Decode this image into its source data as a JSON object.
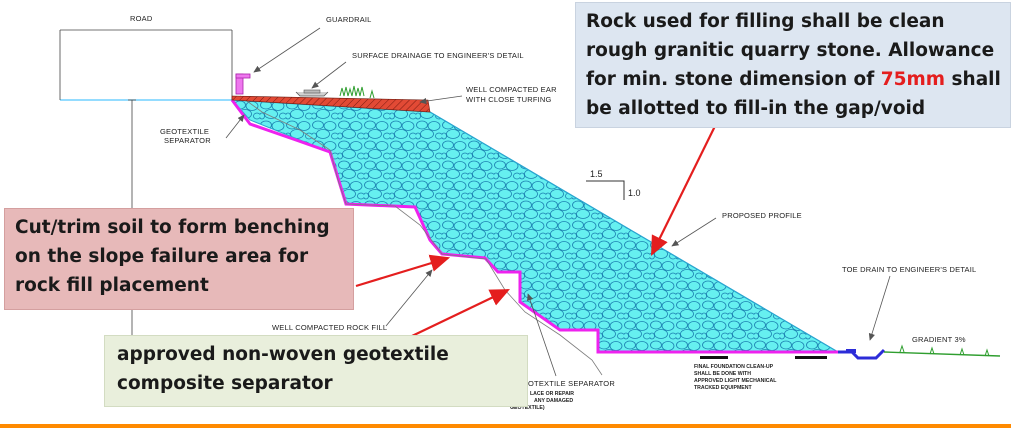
{
  "labels": {
    "road": "ROAD",
    "guardrail": "GUARDRAIL",
    "surface_drainage": "SURFACE DRAINAGE TO ENGINEER'S DETAIL",
    "well_compacted_1": "WELL COMPACTED EAR",
    "well_compacted_2": "WITH CLOSE TURFING",
    "geotextile_1": "GEOTEXTILE",
    "geotextile_2": "SEPARATOR",
    "proposed_profile": "PROPOSED PROFILE",
    "toe_drain": "TOE DRAIN TO ENGINEER'S DETAIL",
    "gradient": "GRADIENT 3%",
    "well_compacted_rock_fill": "WELL COMPACTED ROCK FILL",
    "geotextile_separator_bottom": "OTEXTILE  SEPARATOR",
    "replace_1": "LACE OR REPAIR",
    "replace_2": "ANY DAMAGED",
    "replace_3": "GEOTEXTILE)",
    "final_foundation_1": "FINAL FOUNDATION CLEAN-UP",
    "final_foundation_2": "SHALL BE DONE WITH",
    "final_foundation_3": "APPROVED LIGHT MECHANICAL",
    "final_foundation_4": "TRACKED EQUIPMENT",
    "slope_h": "1.5",
    "slope_v": "1.0"
  },
  "callouts": {
    "rock": {
      "line1": "Rock used for filling shall be clean",
      "line2": "rough granitic quarry stone.  Allowance",
      "line3_pre": "for min. stone dimension of ",
      "line3_highlight": "75mm",
      "line3_post": " shall",
      "line4": "be allotted to fill-in the gap/void"
    },
    "bench": {
      "line1": "Cut/trim soil to form benching",
      "line2": "on the slope failure area for",
      "line3": "rock fill placement"
    },
    "geo": {
      "line1": "approved non-woven geotextile",
      "line2": "composite separator"
    }
  },
  "colors": {
    "rock_fill": "#66f0f0",
    "geotextile": "#ee22ee",
    "arrow_red": "#e41e1e",
    "turf": "#2f9e2f",
    "drain": "#2c2cd8",
    "hatch": "#d43a2a",
    "accent_bottom": "#ff8a00"
  }
}
